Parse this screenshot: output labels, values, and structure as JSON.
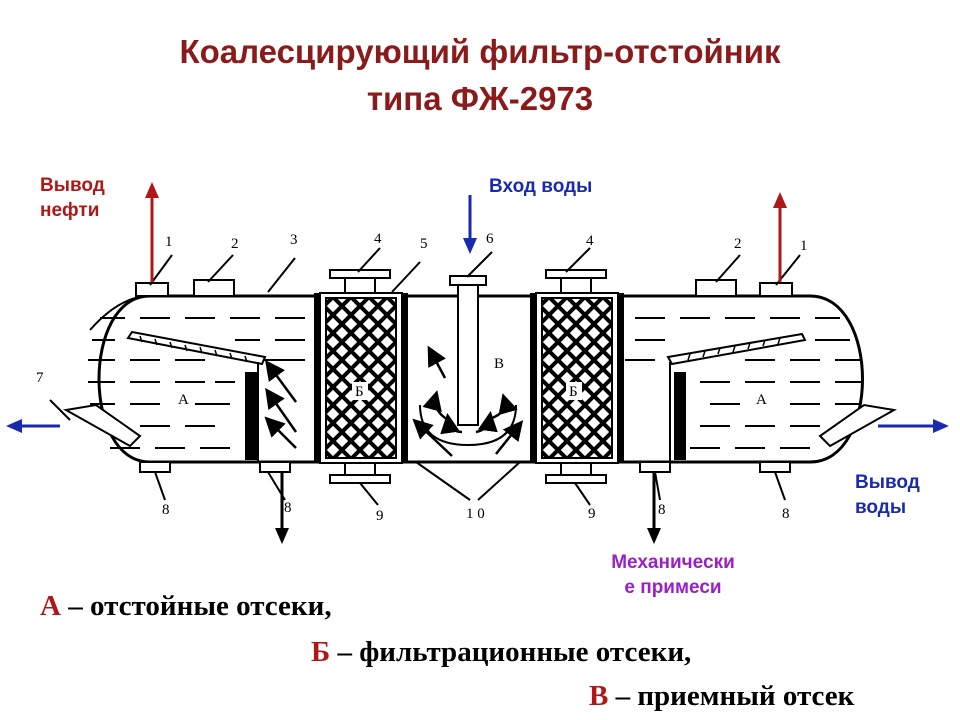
{
  "title": {
    "line1": "Коалесцирующий фильтр-отстойник",
    "line2": "типа ФЖ-2973"
  },
  "labels": {
    "oil_out_1": "Вывод",
    "oil_out_2": "нефти",
    "water_in": "Вход воды",
    "water_out_1": "Вывод",
    "water_out_2": "воды",
    "mech_1": "Механически",
    "mech_2": "е примеси"
  },
  "compartments": {
    "a_left": "А",
    "a_right": "А",
    "b_left": "Б",
    "b_right": "Б",
    "v": "В"
  },
  "numbers": {
    "n1_left": "1",
    "n2_left": "2",
    "n3": "3",
    "n4_left": "4",
    "n5": "5",
    "n6": "6",
    "n4_right": "4",
    "n2_right": "2",
    "n1_right": "1",
    "n7": "7",
    "n8_a": "8",
    "n8_b": "8",
    "n9_left": "9",
    "n10": "1 0",
    "n9_right": "9",
    "n8_c": "8",
    "n8_d": "8"
  },
  "legend": {
    "a_letter": "А",
    "a_text": " – отстойные отсеки,",
    "b_letter": "Б",
    "b_text": " – фильтрационные отсеки,",
    "v_letter": "В",
    "v_text": " – приемный отсек"
  },
  "colors": {
    "title": "#8b1a1a",
    "oil_arrow": "#b01818",
    "water_arrow": "#1a2ab0",
    "legend_letters": "#b01818",
    "mech": "#9b1fc4"
  }
}
